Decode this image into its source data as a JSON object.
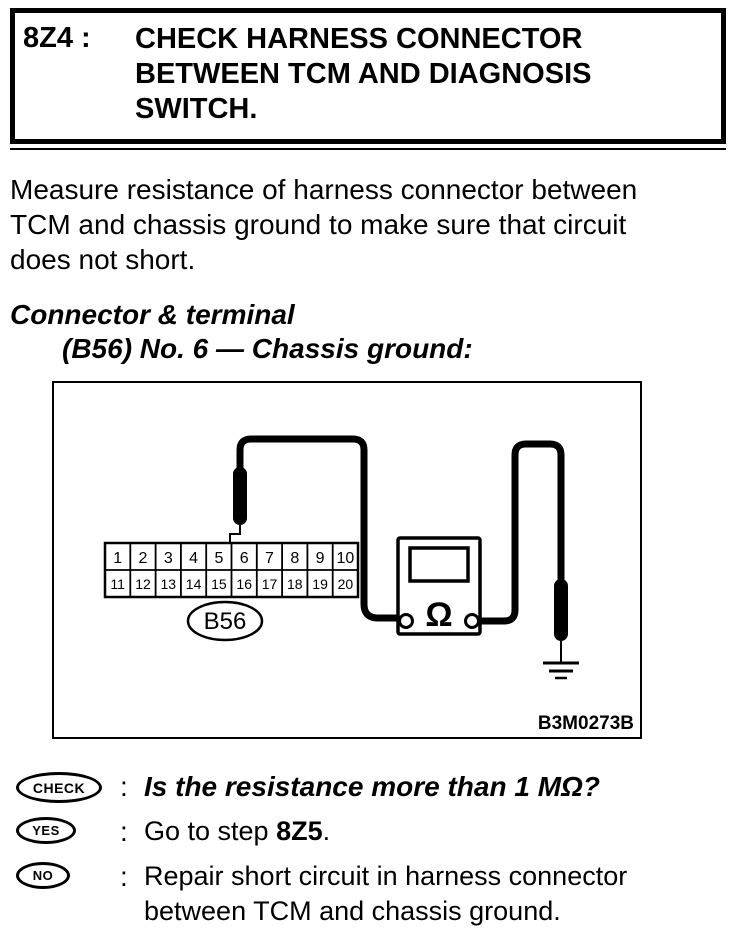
{
  "header": {
    "step_id": "8Z4 :",
    "title_lines": [
      "CHECK HARNESS CONNECTOR",
      "BETWEEN TCM AND DIAGNOSIS",
      "SWITCH."
    ]
  },
  "body": {
    "paragraph_lines": [
      "Measure resistance of harness connector between",
      "TCM and chassis ground to make sure that circuit",
      "does not short."
    ],
    "connector_heading": "Connector & terminal",
    "connector_detail": "(B56) No. 6 — Chassis ground:"
  },
  "diagram": {
    "connector_label": "B56",
    "pins_row1": [
      "1",
      "2",
      "3",
      "4",
      "5",
      "6",
      "7",
      "8",
      "9",
      "10"
    ],
    "pins_row2": [
      "11",
      "12",
      "13",
      "14",
      "15",
      "16",
      "17",
      "18",
      "19",
      "20"
    ],
    "meter_symbol": "Ω",
    "figure_code": "B3M0273B"
  },
  "decision": {
    "colon": ":",
    "check": {
      "badge": "CHECK",
      "question": "Is the resistance more than 1 MΩ?"
    },
    "yes": {
      "badge": "YES",
      "text_prefix": "Go to step ",
      "step": "8Z5",
      "text_suffix": "."
    },
    "no": {
      "badge": "NO",
      "lines": [
        "Repair short circuit in harness connector",
        "between TCM and chassis ground."
      ]
    }
  }
}
